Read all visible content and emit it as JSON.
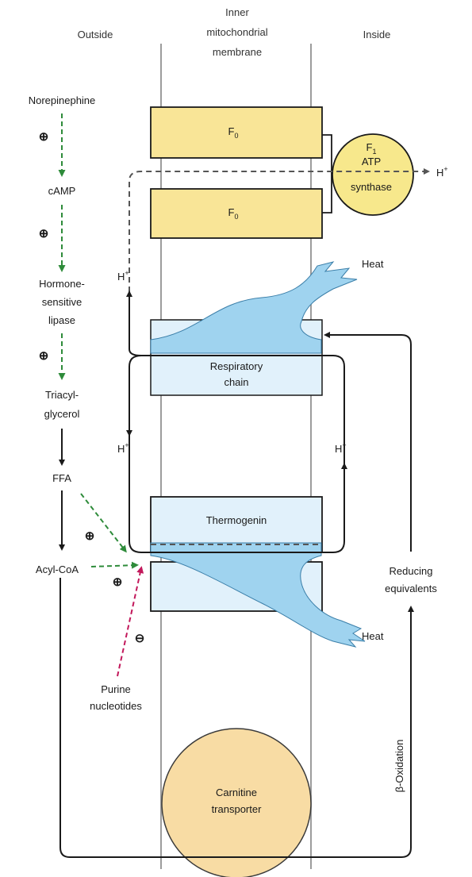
{
  "columns": {
    "outside": "Outside",
    "membrane_line1": "Inner",
    "membrane_line2": "mitochondrial",
    "membrane_line3": "membrane",
    "inside": "Inside"
  },
  "pathway": {
    "norepinephrine": "Norepinephine",
    "camp": "cAMP",
    "hsl_line1": "Hormone-",
    "hsl_line2": "sensitive",
    "hsl_line3": "lipase",
    "tag_line1": "Triacyl-",
    "tag_line2": "glycerol",
    "ffa": "FFA",
    "acyl_coa": "Acyl-CoA",
    "purine_line1": "Purine",
    "purine_line2": "nucleotides",
    "plus_sign": "⊕",
    "minus_sign": "⊖"
  },
  "components": {
    "f0": "F",
    "f0_sub": "0",
    "f1": "F",
    "f1_sub": "1",
    "atp": "ATP",
    "synthase": "synthase",
    "resp_line1": "Respiratory",
    "resp_line2": "chain",
    "thermogenin": "Thermogenin",
    "carnitine_line1": "Carnitine",
    "carnitine_line2": "transporter"
  },
  "labels": {
    "h_plus": "H",
    "h_sup": "+",
    "heat": "Heat",
    "reducing_line1": "Reducing",
    "reducing_line2": "equivalents",
    "beta_oxidation": "β-Oxidation"
  },
  "colors": {
    "f0_fill": "#f9e597",
    "f1_fill": "#f7e88c",
    "carnitine_fill": "#f8dca4",
    "membrane_fill": "#e1f1fb",
    "heat_fill": "#9fd3ef",
    "activator": "#2e8b3a",
    "inhibitor": "#c2185b"
  }
}
